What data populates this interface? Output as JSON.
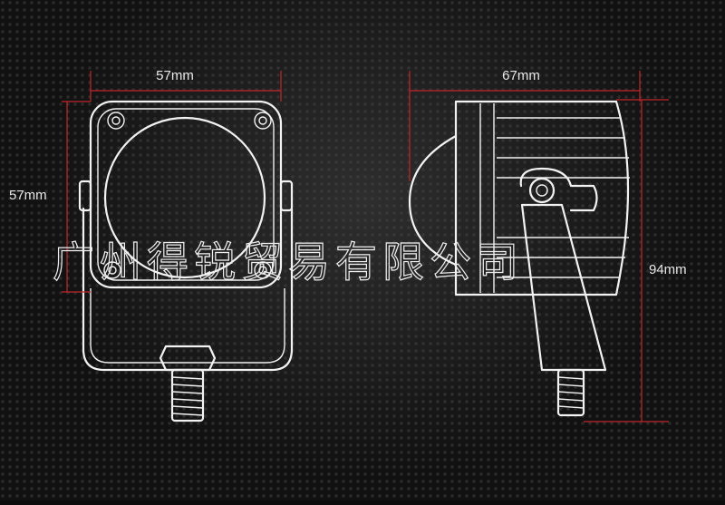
{
  "front_view": {
    "width_label": "57mm",
    "height_label": "57mm"
  },
  "side_view": {
    "depth_label": "67mm",
    "total_height_label": "94mm"
  },
  "watermark": "广州得锐贸易有限公司",
  "colors": {
    "dimension_line": "#c0262a",
    "outline": "#f2f2f2",
    "background": "#111111"
  }
}
